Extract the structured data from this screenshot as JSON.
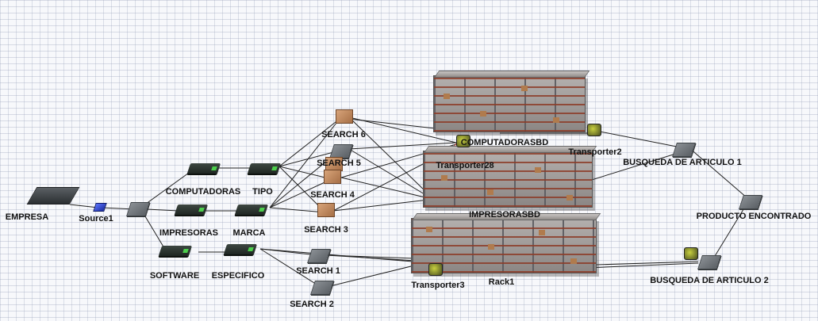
{
  "labels": {
    "empresa": "EMPRESA",
    "source1": "Source1",
    "computadoras": "COMPUTADORAS",
    "tipo": "TIPO",
    "impresoras": "IMPRESORAS",
    "marca": "MARCA",
    "software": "SOFTWARE",
    "especifico": "ESPECIFICO",
    "search6": "SEARCH 6",
    "search5": "SEARCH 5",
    "search4": "SEARCH 4",
    "search3": "SEARCH 3",
    "search1": "SEARCH 1",
    "search2": "SEARCH 2",
    "computadorasbd": "COMPUTADORASBD",
    "transporter2": "Transporter2",
    "transporter28": "Transporter28",
    "impresorasbd": "IMPRESORASBD",
    "transporter3": "Transporter3",
    "rack1": "Rack1",
    "busqueda1": "BUSQUEDA DE ARTICULO 1",
    "producto": "PRODUCTO ENCONTRADO",
    "busqueda2": "BUSQUEDA DE ARTICULO 2"
  },
  "colors": {
    "grid": "#9aa3b8",
    "link": "#222222",
    "link_red": "#c0392b"
  }
}
